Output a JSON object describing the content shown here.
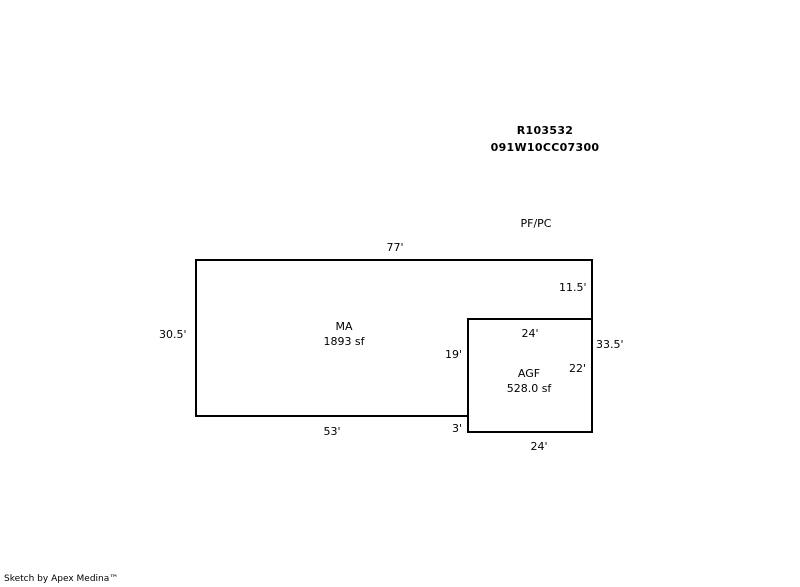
{
  "parcel": {
    "account": "R103532",
    "map_tax_lot": "091W10CC07300"
  },
  "top_label": "PF/PC",
  "areas": [
    {
      "code": "MA",
      "size": "1893 sf"
    },
    {
      "code": "AGF",
      "size": "528.0 sf"
    }
  ],
  "dimensions": {
    "ma_top": "77'",
    "ma_left": "30.5'",
    "ma_bottom": "53'",
    "ma_right_upper": "11.5'",
    "ma_right_total": "33.5'",
    "agf_top": "24'",
    "agf_left": "19'",
    "agf_right": "22'",
    "agf_bottom": "24'",
    "agf_left_lower": "3'"
  },
  "footer": "Sketch by Apex Medina™"
}
